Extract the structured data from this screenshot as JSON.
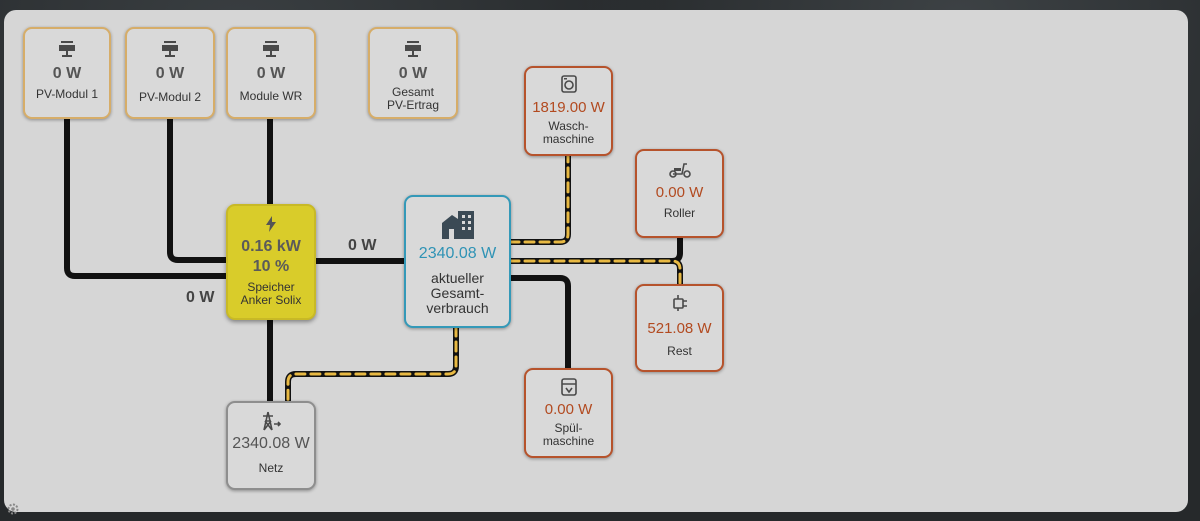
{
  "pv": [
    {
      "value": "0 W",
      "label": "PV-Modul 1"
    },
    {
      "value": "0 W",
      "label": "PV-Modul 2"
    },
    {
      "value": "0 W",
      "label": "Module WR"
    },
    {
      "value": "0 W",
      "label_lines": [
        "Gesamt",
        "PV-Ertrag"
      ]
    }
  ],
  "battery": {
    "power": "0.16 kW",
    "soc": "10 %",
    "label_lines": [
      "Speicher",
      "Anker Solix"
    ]
  },
  "house": {
    "value": "2340.08 W",
    "label_lines": [
      "aktueller",
      "Gesamt-",
      "verbrauch"
    ]
  },
  "grid": {
    "value": "2340.08 W",
    "label": "Netz"
  },
  "loads": {
    "washer": {
      "value": "1819.00 W",
      "label_lines": [
        "Wasch-",
        "maschine"
      ]
    },
    "roller": {
      "value": "0.00 W",
      "label": "Roller"
    },
    "rest": {
      "value": "521.08 W",
      "label": "Rest"
    },
    "dishwasher": {
      "value": "0.00 W",
      "label_lines": [
        "Spül-",
        "maschine"
      ]
    }
  },
  "flows": {
    "battery_to_house": "0 W",
    "pv_to_battery": "0 W"
  },
  "colors": {
    "pv_border": "#d6ad69",
    "load_border": "#b6532c",
    "house_border": "#3499b8",
    "battery_fill": "#d9cc2a",
    "flow_dash": "#e8b943"
  },
  "icons": {
    "pv": "solar-panel-icon",
    "battery": "lightning-icon",
    "house": "house-icon",
    "grid": "power-pylon-icon",
    "washer": "washing-machine-icon",
    "roller": "scooter-icon",
    "rest": "plug-icon",
    "dishwasher": "dishwasher-icon"
  }
}
